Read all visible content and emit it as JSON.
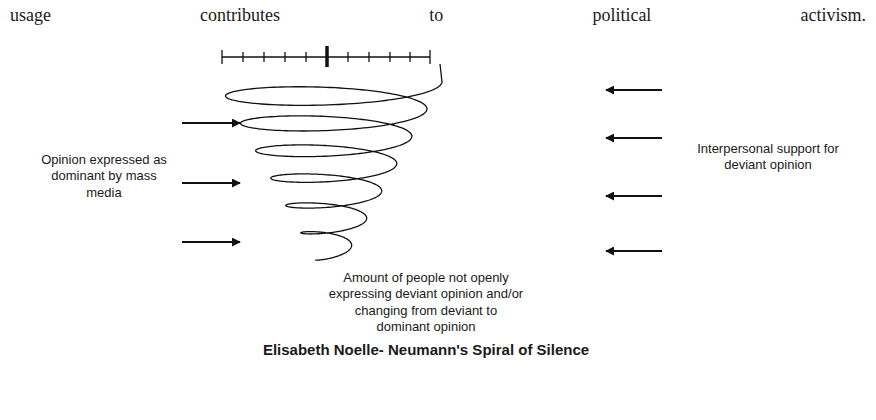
{
  "diagram": {
    "caption": "Elisabeth Noelle- Neumann's Spiral of Silence",
    "labels": [
      "usage contributes to political activism.",
      "Opinion expressed as dominant by mass media",
      "Interpersonal support for deviant opinion",
      "Amount of people not openly expressing deviant opinion and/or changing from deviant to dominant opinion"
    ]
  }
}
